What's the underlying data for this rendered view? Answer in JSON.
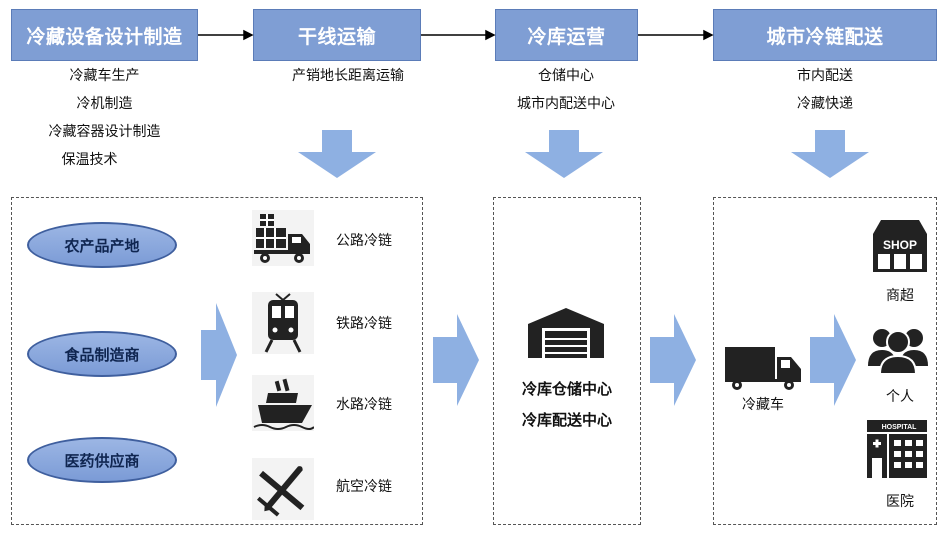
{
  "stages": [
    {
      "title": "冷藏设备设计制造",
      "items": [
        "冷藏车生产",
        "冷机制造",
        "冷藏容器设计制造",
        "保温技术"
      ]
    },
    {
      "title": "干线运输",
      "items": [
        "产销地长距离运输"
      ]
    },
    {
      "title": "冷库运营",
      "items": [
        "仓储中心",
        "城市内配送中心"
      ]
    },
    {
      "title": "城市冷链配送",
      "items": [
        "市内配送",
        "冷藏快递"
      ]
    }
  ],
  "sources": [
    "农产品产地",
    "食品制造商",
    "医药供应商"
  ],
  "transport_modes": [
    {
      "label": "公路冷链",
      "icon": "truck-cargo-icon"
    },
    {
      "label": "铁路冷链",
      "icon": "train-icon"
    },
    {
      "label": "水路冷链",
      "icon": "ship-icon"
    },
    {
      "label": "航空冷链",
      "icon": "airplane-icon"
    }
  ],
  "warehouse": {
    "icon": "warehouse-icon",
    "lines": [
      "冷库仓储中心",
      "冷库配送中心"
    ]
  },
  "delivery": {
    "vehicle": {
      "label": "冷藏车",
      "icon": "refrigerated-truck-icon"
    },
    "destinations": [
      {
        "label": "商超",
        "icon": "shop-icon",
        "icon_text": "SHOP"
      },
      {
        "label": "个人",
        "icon": "people-icon"
      },
      {
        "label": "医院",
        "icon": "hospital-icon",
        "icon_text": "HOSPITAL"
      }
    ]
  },
  "colors": {
    "box_fill": "#7f9ed4",
    "arrow_fill": "#8eb0e2",
    "oval_border": "#3f5f9e",
    "icon": "#222222"
  }
}
